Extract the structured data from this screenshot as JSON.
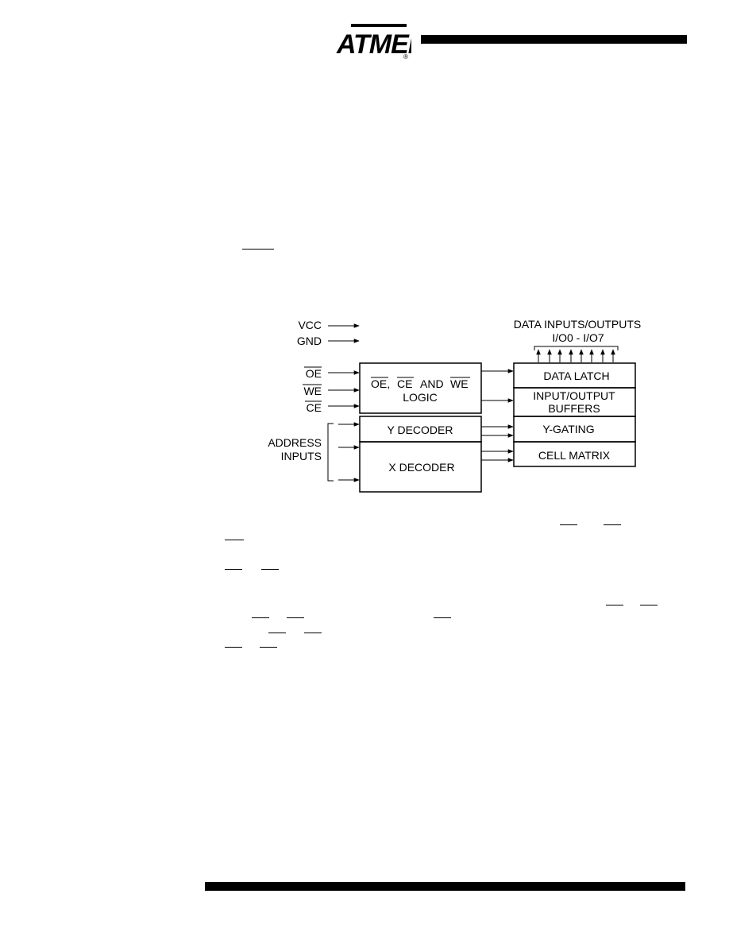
{
  "brand": {
    "logo_text": "ATMEL"
  },
  "diagram": {
    "power": {
      "vcc": "VCC",
      "gnd": "GND"
    },
    "controls": {
      "oe": "OE",
      "we": "WE",
      "ce": "CE"
    },
    "address": {
      "line1": "ADDRESS",
      "line2": "INPUTS"
    },
    "io": {
      "title": "DATA  INPUTS/OUTPUTS",
      "range": "I/O0  -  I/O7"
    },
    "logic_block": {
      "oe": "OE,",
      "ce": "CE",
      "and": "AND",
      "we": "WE",
      "line2": "LOGIC"
    },
    "y_decoder": "Y  DECODER",
    "x_decoder": "X  DECODER",
    "data_latch": "DATA  LATCH",
    "io_buffers": {
      "line1": "INPUT/OUTPUT",
      "line2": "BUFFERS"
    },
    "y_gating": "Y-GATING",
    "cell_matrix": "CELL  MATRIX"
  }
}
